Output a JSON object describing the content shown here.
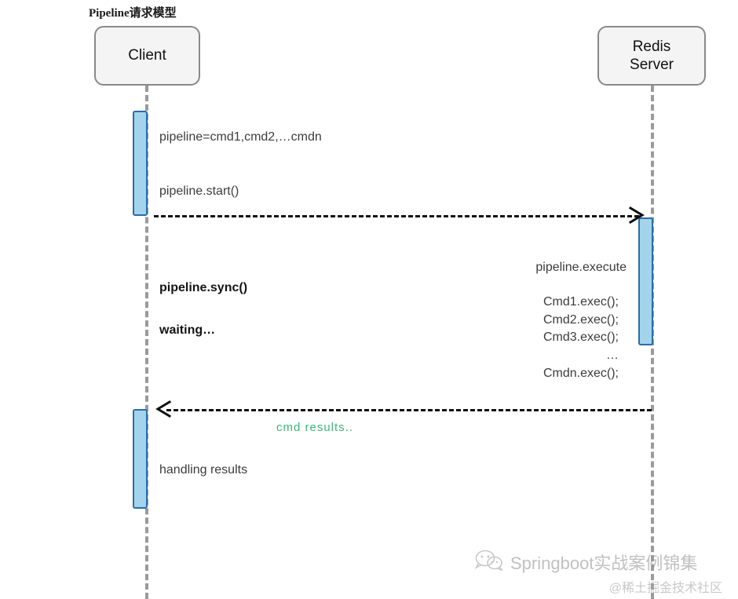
{
  "diagram": {
    "title": "Pipeline请求模型",
    "type": "sequence-diagram",
    "participants": [
      {
        "id": "client",
        "label": "Client"
      },
      {
        "id": "redis",
        "label": "Redis\nServer"
      }
    ],
    "participant_labels": {
      "client": "Client",
      "redis_line1": "Redis",
      "redis_line2": "Server"
    },
    "client_messages": {
      "pipeline_definition": "pipeline=cmd1,cmd2,…cmdn",
      "pipeline_start": "pipeline.start()",
      "pipeline_sync": "pipeline.sync()",
      "waiting": "waiting…",
      "handling_results": "handling results"
    },
    "server_messages": {
      "pipeline_execute": "pipeline.execute",
      "exec_lines": [
        "Cmd1.exec();",
        "Cmd2.exec();",
        "Cmd3.exec();",
        "…",
        "Cmdn.exec();"
      ]
    },
    "arrows": {
      "response_label": "cmd results.."
    },
    "colors": {
      "activation_fill": "#a3d4ec",
      "activation_border": "#2a6da8",
      "box_fill": "#f4f4f4",
      "box_border": "#898989",
      "lifeline": "#9a9a9a",
      "arrow": "#101010",
      "response_label": "#3cb878"
    }
  },
  "watermark": {
    "icon": "wechat-icon",
    "brand": "Springboot实战案例锦集",
    "source": "@稀土掘金技术社区"
  }
}
